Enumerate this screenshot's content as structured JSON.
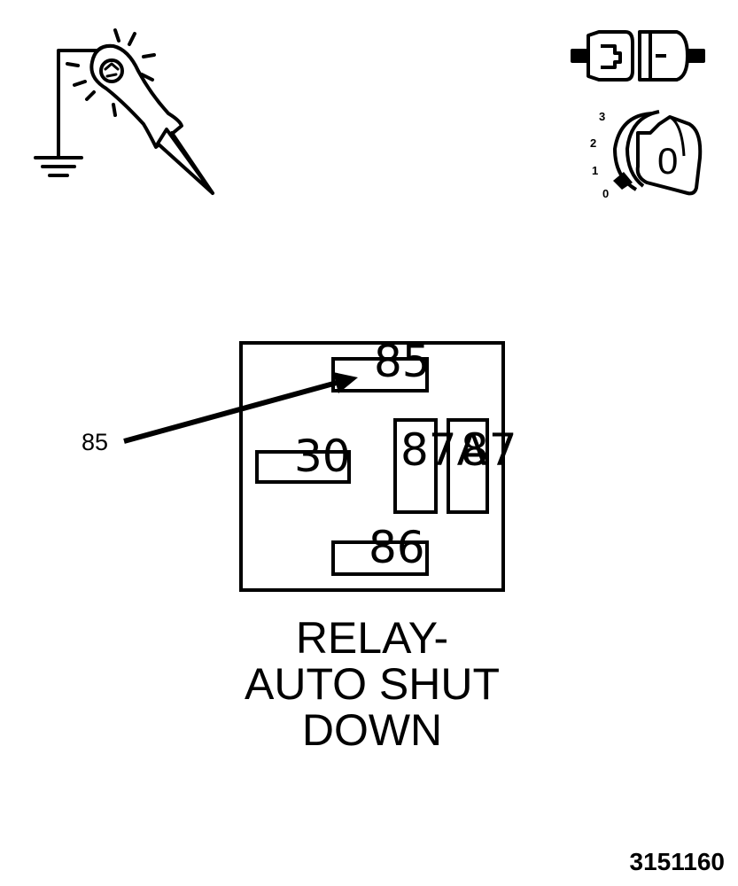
{
  "relay": {
    "terminals": {
      "t85": "85",
      "t30": "30",
      "t87a": "87A",
      "t87": "87",
      "t86": "86"
    },
    "callout_label": "85",
    "caption": [
      "RELAY-",
      "AUTO SHUT",
      "DOWN"
    ]
  },
  "connector": {
    "latch_symbol": "⊐"
  },
  "ignition": {
    "positions": [
      "3",
      "2",
      "1",
      "0"
    ],
    "key_label": "0"
  },
  "figure_number": "3151160"
}
